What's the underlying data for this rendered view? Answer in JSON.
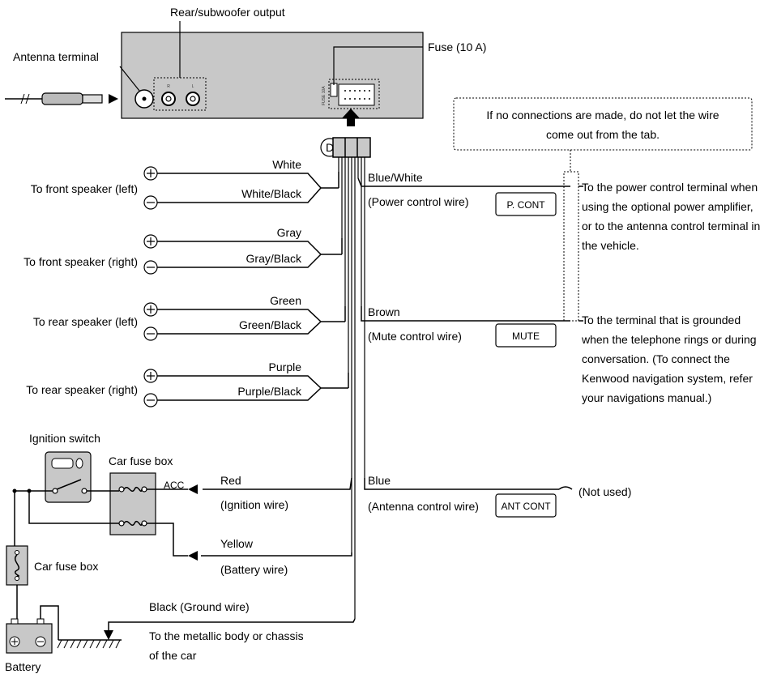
{
  "unit": {
    "rear_output_label": "Rear/subwoofer output",
    "antenna_label": "Antenna terminal",
    "fuse_label": "Fuse (10 A)",
    "fuse_tag": "FUSE 10A",
    "ch_r": "R",
    "ch_l": "L",
    "connector_letter": "D"
  },
  "callout": {
    "line1": "If no connections are made, do not let the wire",
    "line2": "come out from the tab."
  },
  "speakers": [
    {
      "label": "To front speaker (left)",
      "plus_wire": "White",
      "minus_wire": "White/Black"
    },
    {
      "label": "To front speaker (right)",
      "plus_wire": "Gray",
      "minus_wire": "Gray/Black"
    },
    {
      "label": "To rear speaker (left)",
      "plus_wire": "Green",
      "minus_wire": "Green/Black"
    },
    {
      "label": "To rear speaker (right)",
      "plus_wire": "Purple",
      "minus_wire": "Purple/Black"
    }
  ],
  "right_wires": [
    {
      "color": "Blue/White",
      "desc": "(Power control wire)",
      "tag": "P. CONT"
    },
    {
      "color": "Brown",
      "desc": "(Mute control wire)",
      "tag": "MUTE"
    },
    {
      "color": "Blue",
      "desc": "(Antenna control wire)",
      "tag": "ANT CONT"
    }
  ],
  "notes": {
    "pcont": [
      "To the power control terminal when",
      "using the optional power amplifier,",
      "or to the antenna control terminal in",
      "the vehicle."
    ],
    "mute": [
      "To the terminal that is grounded",
      "when the telephone rings or during",
      "conversation. (To connect the",
      "Kenwood navigation system, refer",
      "your navigations manual.)"
    ],
    "antcont": "(Not used)"
  },
  "power": {
    "red": "Red",
    "red_desc": "(Ignition wire)",
    "yellow": "Yellow",
    "yellow_desc": "(Battery wire)",
    "acc": "ACC",
    "ground": "Black (Ground wire)",
    "ground_desc1": "To the metallic body or chassis",
    "ground_desc2": "of the car"
  },
  "components": {
    "ignition": "Ignition switch",
    "fusebox_top": "Car fuse box",
    "fusebox_left": "Car fuse box",
    "battery": "Battery"
  },
  "colors": {
    "component_fill": "#c8c8c8",
    "line": "#000000",
    "background": "#ffffff"
  }
}
